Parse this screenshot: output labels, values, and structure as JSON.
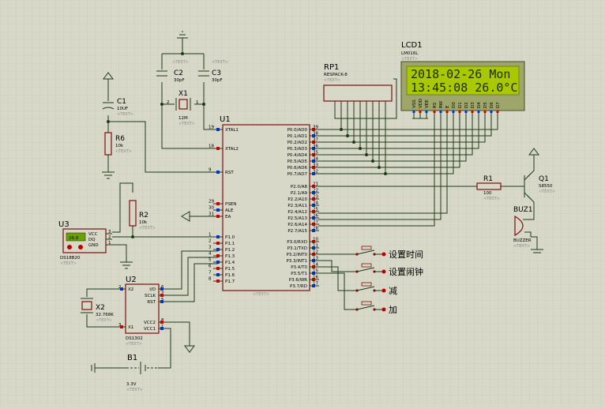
{
  "placeholder": "<TEXT>",
  "u1": {
    "ref": "U1",
    "left_pins": [
      {
        "num": "19",
        "name": "XTAL1"
      },
      {
        "num": "18",
        "name": "XTAL2"
      },
      {
        "num": "9",
        "name": "RST"
      },
      {
        "num": "29",
        "name": "PSEN"
      },
      {
        "num": "30",
        "name": "ALE"
      },
      {
        "num": "31",
        "name": "EA"
      },
      {
        "num": "1",
        "name": "P1.0"
      },
      {
        "num": "2",
        "name": "P1.1"
      },
      {
        "num": "3",
        "name": "P1.2"
      },
      {
        "num": "4",
        "name": "P1.3"
      },
      {
        "num": "5",
        "name": "P1.4"
      },
      {
        "num": "6",
        "name": "P1.5"
      },
      {
        "num": "7",
        "name": "P1.6"
      },
      {
        "num": "8",
        "name": "P1.7"
      }
    ],
    "right_pins": [
      {
        "num": "39",
        "name": "P0.0/AD0"
      },
      {
        "num": "38",
        "name": "P0.1/AD1"
      },
      {
        "num": "37",
        "name": "P0.2/AD2"
      },
      {
        "num": "36",
        "name": "P0.3/AD3"
      },
      {
        "num": "35",
        "name": "P0.4/AD4"
      },
      {
        "num": "34",
        "name": "P0.5/AD5"
      },
      {
        "num": "33",
        "name": "P0.6/AD6"
      },
      {
        "num": "32",
        "name": "P0.7/AD7"
      },
      {
        "num": "21",
        "name": "P2.0/A8"
      },
      {
        "num": "22",
        "name": "P2.1/A9"
      },
      {
        "num": "23",
        "name": "P2.2/A10"
      },
      {
        "num": "24",
        "name": "P2.3/A11"
      },
      {
        "num": "25",
        "name": "P2.4/A12"
      },
      {
        "num": "26",
        "name": "P2.5/A13"
      },
      {
        "num": "27",
        "name": "P2.6/A14"
      },
      {
        "num": "28",
        "name": "P2.7/A15"
      },
      {
        "num": "10",
        "name": "P3.0/RXD"
      },
      {
        "num": "11",
        "name": "P3.1/TXD"
      },
      {
        "num": "12",
        "name": "P3.2/INT0"
      },
      {
        "num": "13",
        "name": "P3.3/INT1"
      },
      {
        "num": "14",
        "name": "P3.4/T0"
      },
      {
        "num": "15",
        "name": "P3.5/T1"
      },
      {
        "num": "16",
        "name": "P3.6/WR"
      },
      {
        "num": "17",
        "name": "P3.7/RD"
      }
    ]
  },
  "lcd": {
    "ref": "LCD1",
    "model": "LM016L",
    "line1": "2018-02-26   Mon",
    "line2": "13:45:08  26.0°C",
    "pins": [
      "VSS",
      "VDD",
      "VEE",
      "RS",
      "RW",
      "E",
      "D0",
      "D1",
      "D2",
      "D3",
      "D4",
      "D5",
      "D6",
      "D7"
    ]
  },
  "rp1": {
    "ref": "RP1",
    "value": "RESPACK-8"
  },
  "c1": {
    "ref": "C1",
    "value": "10UF"
  },
  "c2": {
    "ref": "C2",
    "value": "30pF"
  },
  "c3": {
    "ref": "C3",
    "value": "30pF"
  },
  "x1": {
    "ref": "X1",
    "value": "12M",
    "pin1": "1",
    "pin2": "2"
  },
  "r6": {
    "ref": "R6",
    "value": "10k"
  },
  "r2": {
    "ref": "R2",
    "value": "10k"
  },
  "r1": {
    "ref": "R1",
    "value": "100"
  },
  "q1": {
    "ref": "Q1",
    "value": "S8550"
  },
  "buz1": {
    "ref": "BUZ1",
    "value": "BUZZER"
  },
  "u3": {
    "ref": "U3",
    "model": "DS18B20",
    "display": "26.0",
    "pins": [
      {
        "num": "3",
        "name": "VCC"
      },
      {
        "num": "2",
        "name": "DQ"
      },
      {
        "num": "1",
        "name": "GND"
      }
    ]
  },
  "u2": {
    "ref": "U2",
    "model": "DS1302",
    "pins": [
      {
        "num": "2",
        "name": "X2"
      },
      {
        "num": "3",
        "name": "X1"
      },
      {
        "num": "6",
        "name": "I/O"
      },
      {
        "num": "7",
        "name": "SCLK"
      },
      {
        "num": "5",
        "name": "RST"
      },
      {
        "num": "8",
        "name": "VCC2"
      },
      {
        "num": "1",
        "name": "VCC1"
      }
    ]
  },
  "x2": {
    "ref": "X2",
    "value": "32.768K"
  },
  "b1": {
    "ref": "B1",
    "value": "3.3V"
  },
  "buttons": [
    {
      "label": "设置时间"
    },
    {
      "label": "设置闹钟"
    },
    {
      "label": "减"
    },
    {
      "label": "加"
    }
  ]
}
